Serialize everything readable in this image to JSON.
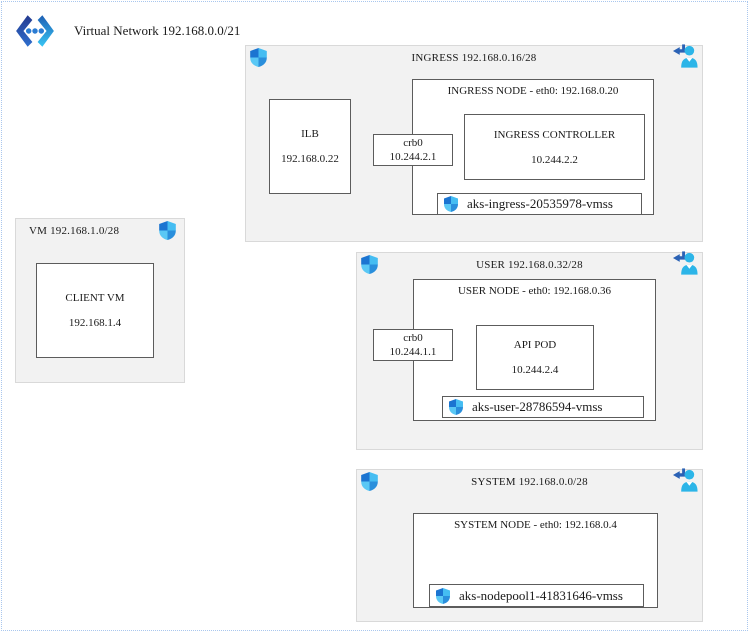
{
  "vnet": {
    "label": "Virtual Network 192.168.0.0/21"
  },
  "subnets": {
    "ingress": {
      "title": "INGRESS 192.168.0.16/28",
      "ilb": {
        "name": "ILB",
        "ip": "192.168.0.22"
      },
      "bridge": {
        "name": "crb0",
        "ip": "10.244.2.1"
      },
      "node": {
        "title": "INGRESS NODE - eth0: 192.168.0.20",
        "pod": {
          "name": "INGRESS CONTROLLER",
          "ip": "10.244.2.2"
        },
        "vmss": "aks-ingress-20535978-vmss"
      }
    },
    "vm": {
      "title": "VM 192.168.1.0/28",
      "client": {
        "name": "CLIENT VM",
        "ip": "192.168.1.4"
      }
    },
    "user": {
      "title": "USER 192.168.0.32/28",
      "bridge": {
        "name": "crb0",
        "ip": "10.244.1.1"
      },
      "node": {
        "title": "USER NODE - eth0: 192.168.0.36",
        "pod": {
          "name": "API POD",
          "ip": "10.244.2.4"
        },
        "vmss": "aks-user-28786594-vmss"
      }
    },
    "system": {
      "title": "SYSTEM 192.168.0.0/28",
      "node": {
        "title": "SYSTEM NODE - eth0: 192.168.0.4",
        "vmss": "aks-nodepool1-41831646-vmss"
      }
    }
  },
  "icons": {
    "virtual-network-icon": "azure virtual network chevrons with dots",
    "nsg-shield-icon": "network security group shield",
    "user-login-icon": "person with return arrow"
  },
  "colors": {
    "subnet_fill": "#f2f2f2",
    "subnet_border": "#d9d9d9",
    "box_border": "#5c5c5c",
    "boundary_dotted": "#a9c7ee",
    "shield_dark": "#1b74d1",
    "shield_light": "#45bdf2",
    "person_cyan": "#2cb5e8",
    "arrow_blue": "#2b62b5",
    "vnet_navy": "#243a8f",
    "vnet_cyan": "#38c6f4"
  }
}
